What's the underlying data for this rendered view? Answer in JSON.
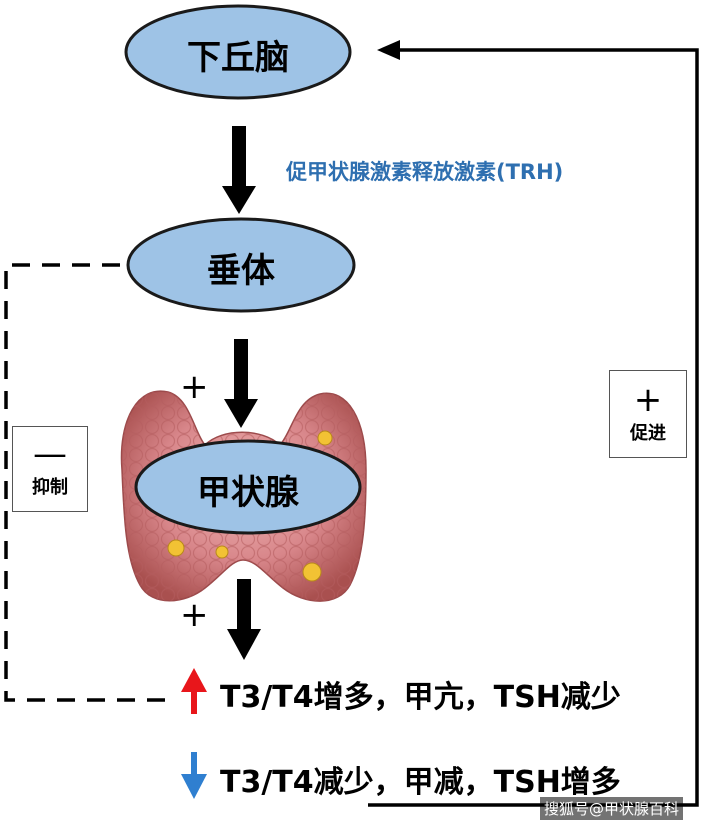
{
  "nodes": {
    "hypothalamus": "下丘脑",
    "pituitary": "垂体",
    "thyroid": "甲状腺"
  },
  "arrow_label": "促甲状腺激素释放激素(TRH)",
  "inhibit": {
    "symbol": "—",
    "label": "抑制"
  },
  "promote": {
    "symbol": "+",
    "label": "促进"
  },
  "plus_signs": [
    "+",
    "+"
  ],
  "results": {
    "increase": "T3/T4增多，甲亢，TSH减少",
    "decrease": "T3/T4减少，甲减，TSH增多"
  },
  "watermark": "搜狐号@甲状腺百科",
  "colors": {
    "node_fill": "#9ec3e6",
    "node_stroke": "#1a1a1a",
    "trh_text": "#2e6fb0",
    "up_arrow": "#e8161b",
    "down_arrow": "#2f7fd0",
    "thyroid_tissue": "#d8868a"
  }
}
